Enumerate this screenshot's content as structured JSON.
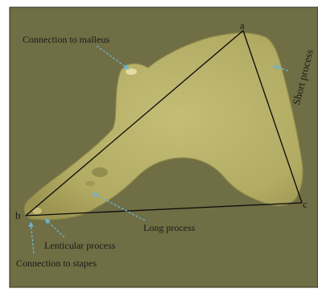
{
  "figure": {
    "labels": {
      "malleus": "Connection to malleus",
      "short_process": "Short process",
      "long_process": "Long process",
      "lenticular": "Lenticular process",
      "stapes": "Connection to stapes"
    },
    "vertices": {
      "a": "a",
      "b": "b",
      "c": "c"
    },
    "colors": {
      "background": "#6e6e43",
      "bone": "#b9b36b",
      "bone_highlight": "#c9c27a",
      "bone_shadow": "#857f45",
      "triangle_line": "#0a0a0a",
      "pointer_arrow": "#6fb3d6"
    }
  }
}
